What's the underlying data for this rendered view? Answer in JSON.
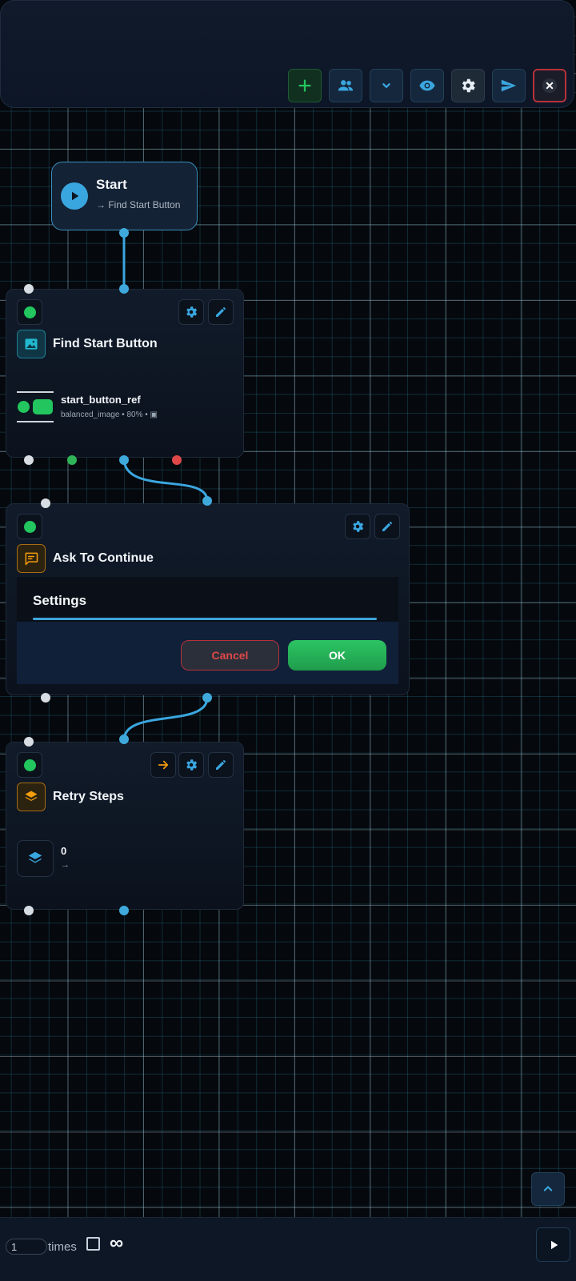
{
  "toolbar": {
    "buttons": [
      {
        "name": "add-button",
        "icon": "plus-icon",
        "color": "#22c55e"
      },
      {
        "name": "users-button",
        "icon": "people-icon",
        "color": "#3aa6df"
      },
      {
        "name": "dropdown-button",
        "icon": "chevron-down-icon",
        "color": "#3aa6df"
      },
      {
        "name": "preview-button",
        "icon": "eye-icon",
        "color": "#3aa6df"
      },
      {
        "name": "settings-button",
        "icon": "gear-icon",
        "color": "#e6edf5"
      },
      {
        "name": "send-button",
        "icon": "send-icon",
        "color": "#3aa6df"
      },
      {
        "name": "close-button",
        "icon": "close-icon",
        "color": "#e04848"
      }
    ]
  },
  "flow": {
    "start": {
      "title": "Start",
      "subtitle": "→ Find Start Button"
    },
    "find_start_button": {
      "title": "Find Start Button",
      "icon": "image-icon",
      "image_name": "start_button_ref",
      "image_meta": "balanced_image • 80% • ▣"
    },
    "ask_to_continue": {
      "title": "Ask To Continue",
      "icon": "message-icon",
      "modal_title": "Settings",
      "cancel_label": "Cancel",
      "ok_label": "OK"
    },
    "retry_steps": {
      "title": "Retry Steps",
      "icon": "layers-icon",
      "count": "0",
      "arrow": "→"
    }
  },
  "bottom_bar": {
    "times_value": "1",
    "times_label": "times",
    "infinity": "∞",
    "infinite_checked": false
  },
  "colors": {
    "accent": "#3aa6df",
    "success": "#22c55e",
    "danger": "#e04848",
    "warning": "#f59e0b",
    "teal": "#22b8cf"
  }
}
